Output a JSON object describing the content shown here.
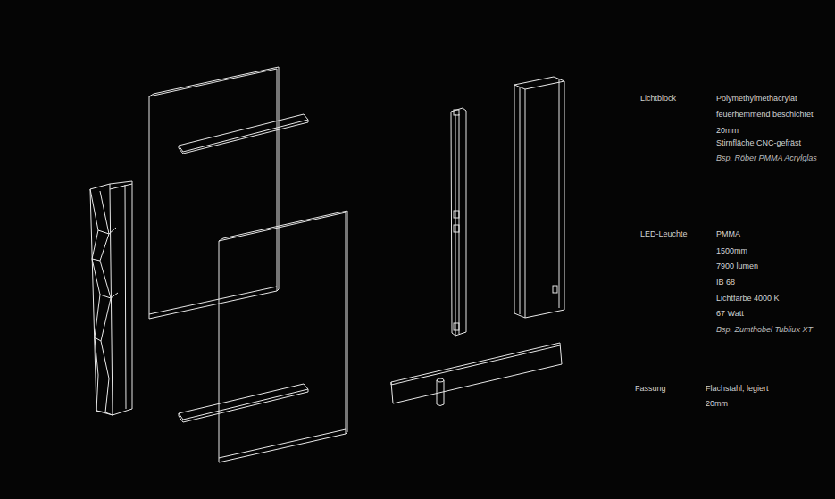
{
  "diagram": {
    "labels": [
      "Lichtblock",
      "Polymethylmethacrylat",
      "feuerhemmend beschichtet",
      "20mm",
      "Stirnfläche CNC-gefräst",
      "Bsp. Röber PMMA Acrylglas",
      "LED-Leuchte",
      "PMMA",
      "1500mm",
      "7900 lumen",
      "IB 68",
      "Lichtfarbe 4000 K",
      "67 Watt",
      "Bsp. Zumthobel Tubliux XT",
      "Fassung",
      "Flachstahl, legiert",
      "20mm"
    ]
  }
}
